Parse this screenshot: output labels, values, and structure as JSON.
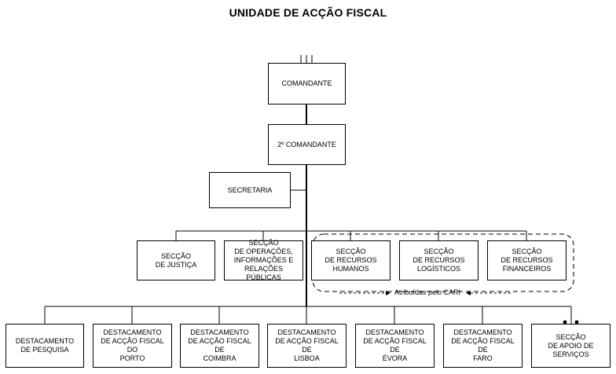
{
  "title": "UNIDADE DE ACÇÃO FISCAL",
  "nodes": {
    "comandante": "COMANDANTE",
    "segundo_comandante": "2º COMANDANTE",
    "secretaria": "SECRETARIA",
    "seccao_justica": "SECÇÃO\nDE JUSTIÇA",
    "seccao_operacoes": "SECÇÃO\nDE OPERAÇÕES,\nINFORMAÇÕES E\nRELAÇÕES PÚBLICAS",
    "seccao_rh": "SECÇÃO\nDE RECURSOS\nHUMANOS",
    "seccao_rl": "SECÇÃO\nDE RECURSOS\nLOGÍSTICOS",
    "seccao_rf": "SECÇÃO\nDE RECURSOS\nFINANCEIROS",
    "dest_pesquisa": "DESTACAMENTO\nDE PESQUISA",
    "dest_porto": "DESTACAMENTO\nDE ACÇÃO FISCAL DO\nPORTO",
    "dest_coimbra": "DESTACAMENTO\nDE ACÇÃO FISCAL DE\nCOIMBRA",
    "dest_lisboa": "DESTACAMENTO\nDE ACÇÃO FISCAL DE\nLISBOA",
    "dest_evora": "DESTACAMENTO\nDE ACÇÃO FISCAL DE\nÉVORA",
    "dest_faro": "DESTACAMENTO\nDE ACÇÃO FISCAL DE\nFARO",
    "seccao_apoio": "SECÇÃO\nDE APOIO DE\nSERVIÇOS"
  },
  "annotation": "Atribuídas pelo CARI"
}
